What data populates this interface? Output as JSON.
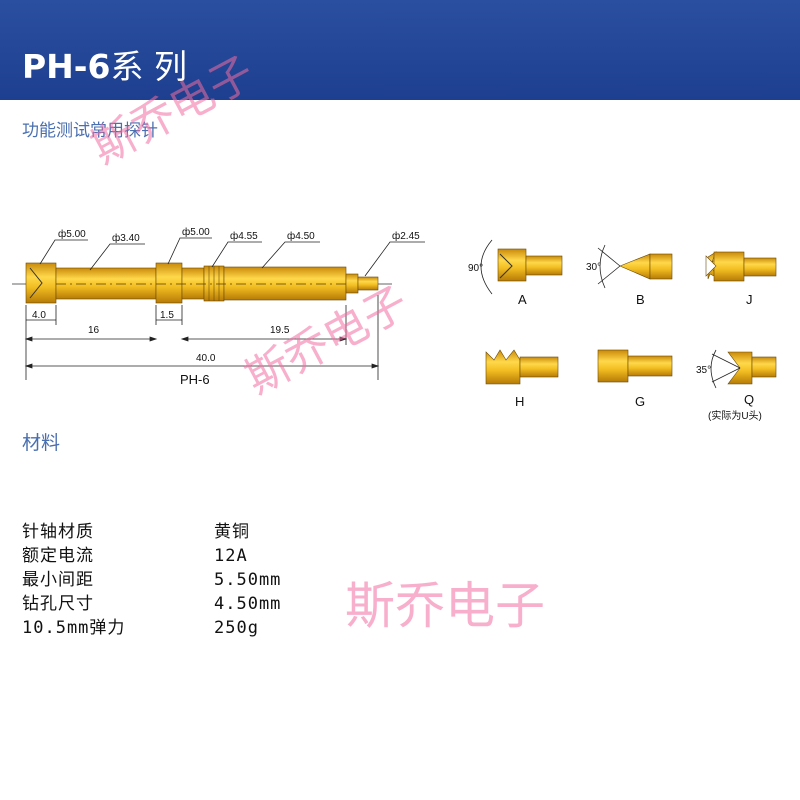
{
  "header": {
    "title_bold": "PH-6",
    "title_rest": "系 列"
  },
  "subtitle": "功能测试常用探针",
  "drawing": {
    "diameters": [
      "ф5.00",
      "ф3.40",
      "ф5.00",
      "ф4.55",
      "ф4.50",
      "ф2.45"
    ],
    "lengths": [
      "4.0",
      "16",
      "1.5",
      "19.5",
      "40.0"
    ],
    "model": "PH-6"
  },
  "tips": [
    {
      "letter": "A",
      "angle": "90°"
    },
    {
      "letter": "B",
      "angle": "30°"
    },
    {
      "letter": "J"
    },
    {
      "letter": "H"
    },
    {
      "letter": "G"
    },
    {
      "letter": "Q",
      "angle": "35°",
      "note": "(实际为U头)"
    }
  ],
  "materials": {
    "title": "材料",
    "rows": [
      {
        "label": "针轴材质",
        "value": "黄铜"
      },
      {
        "label": "额定电流",
        "value": "12A"
      },
      {
        "label": "最小间距",
        "value": "5.50mm"
      },
      {
        "label": "钻孔尺寸",
        "value": "4.50mm"
      },
      {
        "label": "10.5mm弹力",
        "value": "250g"
      }
    ]
  },
  "watermark": "斯乔电子",
  "colors": {
    "header": "#1e3f8f",
    "gold": "#e8b21e",
    "accent_text": "#4a6fb0",
    "watermark": "#f06ea0"
  }
}
